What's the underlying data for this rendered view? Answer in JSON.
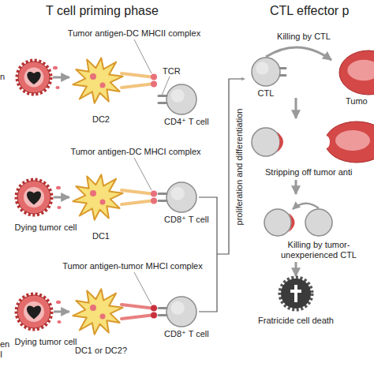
{
  "diagram": {
    "nodes": [
      {
        "text": [
          "DC2"
        ]
      },
      {
        "text": [
          "CD4⁺ T cell"
        ]
      },
      {
        "text": [
          "Dying tumor cell"
        ]
      },
      {
        "text": [
          "DC1"
        ]
      },
      {
        "text": [
          "CD8⁺ T cell"
        ]
      },
      {
        "text": [
          "Dying tumor cell"
        ]
      },
      {
        "text": [
          "DC1 or DC2?"
        ]
      },
      {
        "text": [
          "CD8⁺ T cell"
        ]
      },
      {
        "text": [
          "CTL"
        ]
      },
      {
        "text": [
          "Tumo"
        ]
      },
      {
        "text": [
          "Fratricide cell death"
        ]
      }
    ],
    "edges": [
      {
        "from": 2,
        "to": 3,
        "arrow": "to"
      },
      {
        "from": 5,
        "to": 6,
        "arrow": "to"
      },
      {
        "from": 8,
        "to": 9,
        "label": "Killing by CTL",
        "arrow": "to"
      }
    ],
    "labels": [
      "T cell priming phase",
      "CTL effector p",
      "Tumor antigen-DC MHCII complex",
      "TCR",
      "Tumor antigen-DC MHCI complex",
      "Tumor antigen-tumor MHCI complex",
      "proliferation and differentiation",
      "Stripping off tumor anti",
      "Killing by tumor-unexperienced CTL",
      "n",
      "en",
      "I"
    ]
  }
}
